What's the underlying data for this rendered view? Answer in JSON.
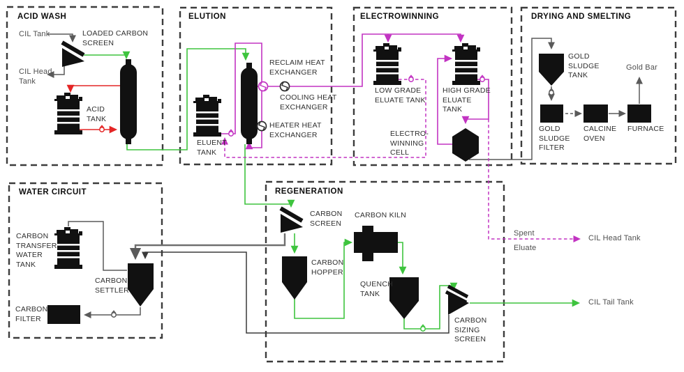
{
  "sections": {
    "acid_wash": {
      "title": "ACID WASH",
      "labels": {
        "cil_tank": "CIL Tank",
        "loaded_carbon_screen": "LOADED CARBON\nSCREEN",
        "cil_head_tank": "CIL Head\nTank",
        "acid_tank": "ACID\nTANK"
      }
    },
    "elution": {
      "title": "ELUTION",
      "labels": {
        "eluent_tank": "ELUENT\nTANK",
        "reclaim_hx": "RECLAIM HEAT\nEXCHANGER",
        "cooling_hx": "COOLING HEAT\nEXCHANGER",
        "heater_hx": "HEATER HEAT\nEXCHANGER"
      }
    },
    "electrowinning": {
      "title": "ELECTROWINNING",
      "labels": {
        "low_grade_tank": "LOW GRADE\nELUATE TANK",
        "high_grade_tank": "HIGH GRADE\nELUATE\nTANK",
        "ew_cell": "ELECTRO-\nWINNING\nCELL"
      }
    },
    "drying_smelting": {
      "title": "DRYING AND SMELTING",
      "labels": {
        "gold_sludge_tank": "GOLD\nSLUDGE\nTANK",
        "gold_bar": "Gold Bar",
        "gold_sludge_filter": "GOLD\nSLUDGE\nFILTER",
        "calcine_oven": "CALCINE\nOVEN",
        "furnace": "FURNACE"
      }
    },
    "water_circuit": {
      "title": "WATER CIRCUIT",
      "labels": {
        "transfer_tank": "CARBON\nTRANSFER\nWATER\nTANK",
        "settler": "CARBON\nSETTLER",
        "filter": "CARBON\nFILTER"
      }
    },
    "regeneration": {
      "title": "REGENERATION",
      "labels": {
        "screen": "CARBON\nSCREEN",
        "kiln": "CARBON KILN",
        "hopper": "CARBON\nHOPPER",
        "quench": "QUENCH\nTANK",
        "sizing_screen": "CARBON\nSIZING\nSCREEN"
      }
    }
  },
  "external_streams": {
    "spent_eluate": "Spent\nEluate",
    "cil_head_tank": "CIL Head Tank",
    "cil_tail_tank": "CIL Tail Tank"
  },
  "stream_colors": {
    "carbon_flow": "#3ec43e",
    "eluate_flow": "#c233c2",
    "acid_flow": "#e42525",
    "process_flow": "#5a5a5a"
  }
}
